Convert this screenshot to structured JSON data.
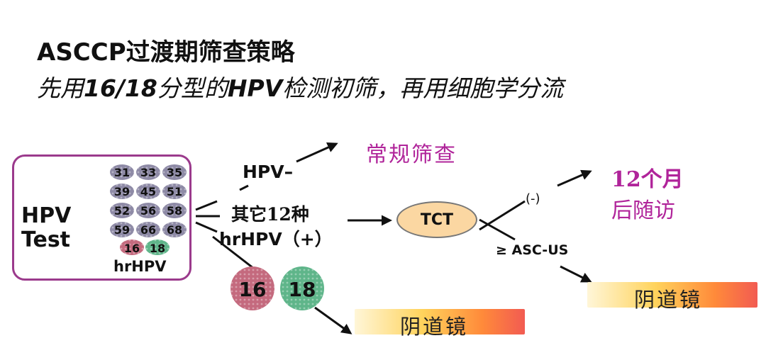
{
  "title": "ASCCP过渡期筛查策略",
  "subtitle": {
    "p1": "先用",
    "p2": "16/18",
    "p3": "分型的",
    "p4": "HPV",
    "p5": "检测初筛，再用细胞学分流"
  },
  "hpv_test": {
    "line1": "HPV",
    "line2": "Test",
    "type_label": "hrHPV",
    "other_types": [
      "31",
      "33",
      "35",
      "39",
      "45",
      "51",
      "52",
      "56",
      "58",
      "59",
      "66",
      "68"
    ],
    "key_types": [
      "16",
      "18"
    ]
  },
  "branches": {
    "negative_label": "HPV–",
    "routine_label": "常规筛查",
    "other12_line1": "其它12种",
    "other12_line2": "hrHPV（+）",
    "tct_label": "TCT",
    "tct_negative": "(-)",
    "followup_line1": "12个月",
    "followup_line2": "后随访",
    "tct_positive": "≥ ASC-US",
    "colposcopy_right": "阴道镜",
    "type16": "16",
    "type18": "18",
    "colposcopy_bottom": "阴道镜"
  },
  "colors": {
    "frame": "#9b3a8c",
    "accent_text": "#b0249a",
    "virus_gray": "#8e8aa6",
    "virus_pink": "#c46a7e",
    "virus_green": "#5fb58a",
    "tct_fill": "#fbd7a2"
  }
}
